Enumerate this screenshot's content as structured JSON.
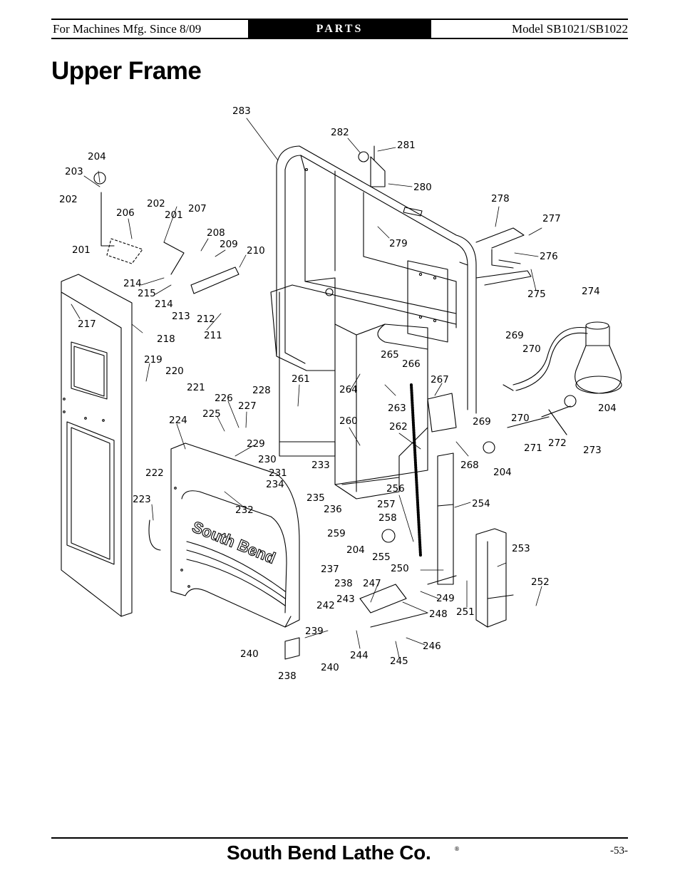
{
  "header": {
    "left": "For Machines Mfg. Since 8/09",
    "center": "PARTS",
    "right": "Model SB1021/SB1022"
  },
  "title": "Upper Frame",
  "diagram": {
    "stamped_logo_text": "South Bend",
    "callouts": {
      "p283": "283",
      "p282": "282",
      "p281": "281",
      "p280": "280",
      "p279": "279",
      "p278": "278",
      "p277": "277",
      "p276": "276",
      "p275": "275",
      "p274": "274",
      "p273": "273",
      "p272": "272",
      "p271": "271",
      "p270a": "270",
      "p270b": "270",
      "p269a": "269",
      "p269b": "269",
      "p268": "268",
      "p267": "267",
      "p266": "266",
      "p265": "265",
      "p264": "264",
      "p263": "263",
      "p262": "262",
      "p261": "261",
      "p260": "260",
      "p259": "259",
      "p258": "258",
      "p257": "257",
      "p256": "256",
      "p255": "255",
      "p254": "254",
      "p253": "253",
      "p252": "252",
      "p251": "251",
      "p250": "250",
      "p249": "249",
      "p248": "248",
      "p247": "247",
      "p246": "246",
      "p245": "245",
      "p244": "244",
      "p243": "243",
      "p242": "242",
      "p240a": "240",
      "p240b": "240",
      "p239": "239",
      "p238a": "238",
      "p238b": "238",
      "p237": "237",
      "p236": "236",
      "p235": "235",
      "p234": "234",
      "p233": "233",
      "p232": "232",
      "p231": "231",
      "p230": "230",
      "p229": "229",
      "p228": "228",
      "p227": "227",
      "p226": "226",
      "p225": "225",
      "p224": "224",
      "p223": "223",
      "p222": "222",
      "p221": "221",
      "p220": "220",
      "p219": "219",
      "p218": "218",
      "p217": "217",
      "p215": "215",
      "p214a": "214",
      "p214b": "214",
      "p213": "213",
      "p212": "212",
      "p211": "211",
      "p210": "210",
      "p209": "209",
      "p208": "208",
      "p207": "207",
      "p206": "206",
      "p204a": "204",
      "p204b": "204",
      "p204c": "204",
      "p204d": "204",
      "p203": "203",
      "p202a": "202",
      "p202b": "202",
      "p201a": "201",
      "p201b": "201"
    }
  },
  "footer": {
    "brand": "South Bend Lathe Co.",
    "registered_mark": "®",
    "page_number": "-53-"
  }
}
